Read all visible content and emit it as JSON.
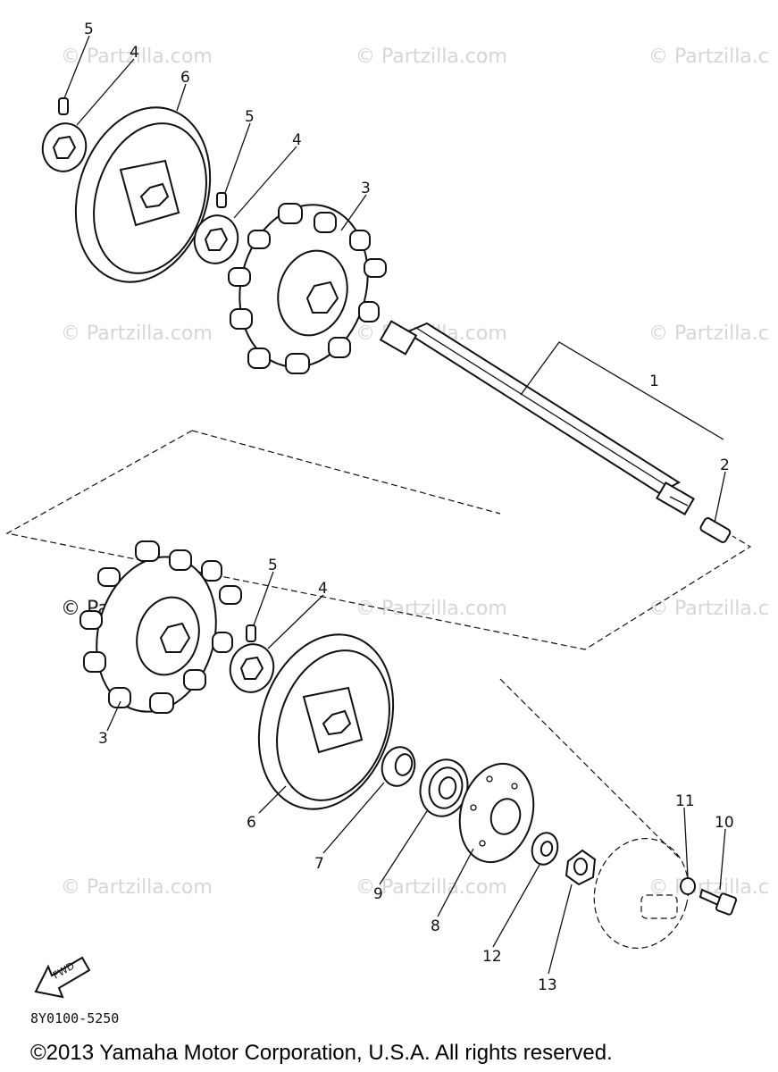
{
  "watermarks": [
    {
      "id": "wm-1",
      "text": "© Partzilla.com"
    },
    {
      "id": "wm-2",
      "text": "© Partzilla.com"
    },
    {
      "id": "wm-3",
      "text": "© Partzilla.c"
    },
    {
      "id": "wm-4",
      "text": "© Partzilla.com"
    },
    {
      "id": "wm-5",
      "text": "© Partzilla.com"
    },
    {
      "id": "wm-6",
      "text": "© Partzilla.c"
    },
    {
      "id": "wm-7",
      "text": "© Partzilla.com"
    },
    {
      "id": "wm-8",
      "text": "© Partzilla.com"
    },
    {
      "id": "wm-9",
      "text": "© Partzilla.c"
    },
    {
      "id": "wm-10",
      "text": "© Partzilla.com"
    },
    {
      "id": "wm-11",
      "text": "© Partzilla.com"
    },
    {
      "id": "wm-12",
      "text": "© Partzilla.c"
    }
  ],
  "callouts": {
    "c1": "1",
    "c2": "2",
    "c3a": "3",
    "c3b": "3",
    "c4a": "4",
    "c4b": "4",
    "c4c": "4",
    "c5a": "5",
    "c5b": "5",
    "c5c": "5",
    "c6a": "6",
    "c6b": "6",
    "c7": "7",
    "c8": "8",
    "c9": "9",
    "c10": "10",
    "c11": "11",
    "c12": "12",
    "c13": "13"
  },
  "fwd_label": "FWD",
  "diagram_code": "8Y0100-5250",
  "copyright": "©2013 Yamaha Motor Corporation, U.S.A. All rights reserved."
}
